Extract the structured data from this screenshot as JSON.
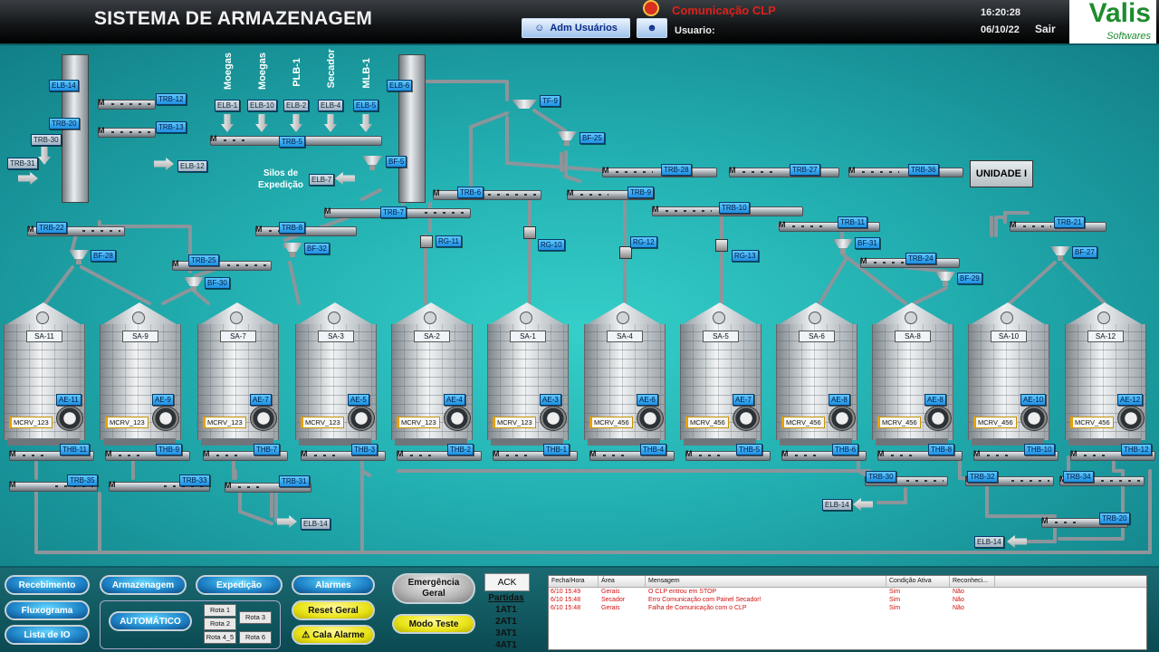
{
  "header": {
    "title": "SISTEMA DE ARMAZENAGEM",
    "adm_button": "Adm Usuários",
    "comm_status": "Comunicação CLP",
    "user_label": "Usuario:",
    "time": "16:20:28",
    "date": "06/10/22",
    "exit": "Sair",
    "logo_main": "Valis",
    "logo_sub": "Softwares"
  },
  "process": {
    "unidade": "UNIDADE I",
    "silos_exp": "Silos de Expedição",
    "motor_letter": "M",
    "vertical_labels": [
      "Moegas",
      "Moegas",
      "PLB-1",
      "Secador",
      "MLB-1"
    ],
    "elevators": [
      "ELB-14",
      "ELB-6"
    ],
    "intake_tags": [
      "ELB-1",
      "ELB-10",
      "ELB-2",
      "ELB-4",
      "ELB-5"
    ],
    "tags": {
      "trb12": "TRB-12",
      "trb13": "TRB-13",
      "trb20": "TRB-20",
      "trb30": "TRB-30",
      "trb31": "TRB-31",
      "elb12": "ELB-12",
      "trb5": "TRB-5",
      "bf5": "BF-5",
      "elb7": "ELB-7",
      "tf9": "TF-9",
      "bf25": "BF-25",
      "trb28": "TRB-28",
      "trb27": "TRB-27",
      "trb36": "TRB-36",
      "trb6": "TRB-6",
      "trb9": "TRB-9",
      "trb10": "TRB-10",
      "trb7": "TRB-7",
      "trb8": "TRB-8",
      "trb22": "TRB-22",
      "bf28": "BF-28",
      "bf32": "BF-32",
      "trb25": "TRB-25",
      "bf30": "BF-30",
      "rg11": "RG-11",
      "rg10": "RG-10",
      "rg12": "RG-12",
      "rg13": "RG-13",
      "trb11": "TRB-11",
      "bf31": "BF-31",
      "trb24": "TRB-24",
      "bf29": "BF-29",
      "trb21": "TRB-21",
      "bf27": "BF-27",
      "trb35": "TRB-35",
      "trb33": "TRB-33",
      "trb31b": "TRB-31",
      "elb14b": "ELB-14",
      "trb30b": "TRB-30",
      "elb14c": "ELB-14",
      "trb32": "TRB-32",
      "trb34": "TRB-34",
      "trb20b": "TRB-20",
      "elb14d": "ELB-14"
    },
    "silos": [
      {
        "name": "SA-11",
        "ae": "AE-11",
        "mcrv": "MCRV_123",
        "thb": "THB-11"
      },
      {
        "name": "SA-9",
        "ae": "AE-9",
        "mcrv": "MCRV_123",
        "thb": "THB-9"
      },
      {
        "name": "SA-7",
        "ae": "AE-7",
        "mcrv": "MCRV_123",
        "thb": "THB-7"
      },
      {
        "name": "SA-3",
        "ae": "AE-5",
        "mcrv": "MCRV_123",
        "thb": "THB-3"
      },
      {
        "name": "SA-2",
        "ae": "AE-4",
        "mcrv": "MCRV_123",
        "thb": "THB-2"
      },
      {
        "name": "SA-1",
        "ae": "AE-3",
        "mcrv": "MCRV_123",
        "thb": "THB-1"
      },
      {
        "name": "SA-4",
        "ae": "AE-6",
        "mcrv": "MCRV_456",
        "thb": "THB-4"
      },
      {
        "name": "SA-5",
        "ae": "AE-7",
        "mcrv": "MCRV_456",
        "thb": "THB-5"
      },
      {
        "name": "SA-6",
        "ae": "AE-8",
        "mcrv": "MCRV_456",
        "thb": "THB-6"
      },
      {
        "name": "SA-8",
        "ae": "AE-8",
        "mcrv": "MCRV_456",
        "thb": "THB-8"
      },
      {
        "name": "SA-10",
        "ae": "AE-10",
        "mcrv": "MCRV_456",
        "thb": "THB-10"
      },
      {
        "name": "SA-12",
        "ae": "AE-12",
        "mcrv": "MCRV_456",
        "thb": "THB-12"
      }
    ]
  },
  "footer": {
    "nav": [
      "Recebimento",
      "Armazenagem",
      "Expedição",
      "Alarmes",
      "Fluxograma",
      "Lista de IO"
    ],
    "auto": "AUTOMÁTICO",
    "rotas": [
      "Rota 1",
      "Rota 2",
      "Rota 3",
      "Rota 4_5",
      "Rota 6"
    ],
    "reset": "Reset Geral",
    "cala": "Cala Alarme",
    "emergencia": "Emergência Geral",
    "modo_teste": "Modo Teste",
    "ack": "ACK",
    "partidas_title": "Partidas",
    "partidas": [
      "1AT1",
      "2AT1",
      "3AT1",
      "4AT1"
    ]
  },
  "alarm_table": {
    "headers": [
      "Fecha/Hora",
      "Área",
      "Mensagem",
      "Condição Ativa",
      "Reconheci..."
    ],
    "rows": [
      [
        "6/10 15:49",
        "Gerais",
        "O CLP entrou em STOP",
        "Sim",
        "Não"
      ],
      [
        "6/10 15:48",
        "Secador",
        "Erro Comunicação com Painel Secador!",
        "Sim",
        "Não"
      ],
      [
        "6/10 15:48",
        "Gerais",
        "Falha de Comunicação com o CLP",
        "Sim",
        "Não"
      ]
    ]
  },
  "colors": {
    "background": "#22aeb0",
    "tag": "#1f8fe0",
    "alarm_text": "#d01010",
    "logo": "#1e8c2e"
  }
}
